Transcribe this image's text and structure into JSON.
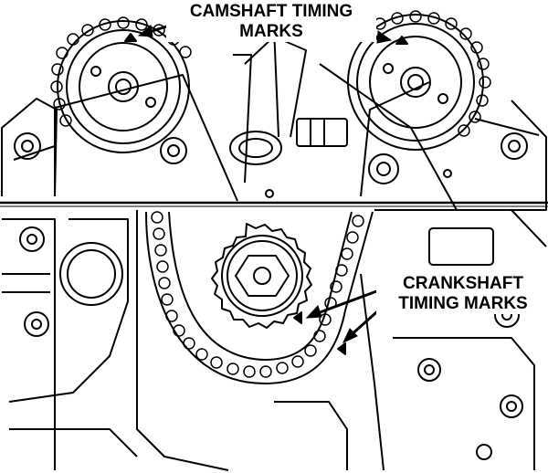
{
  "labels": {
    "camshaft_line1": "CAMSHAFT TIMING",
    "camshaft_line2": "MARKS",
    "crankshaft_line1": "CRANKSHAFT",
    "crankshaft_line2": "TIMING MARKS"
  },
  "colors": {
    "ink": "#000000",
    "paper": "#ffffff"
  }
}
